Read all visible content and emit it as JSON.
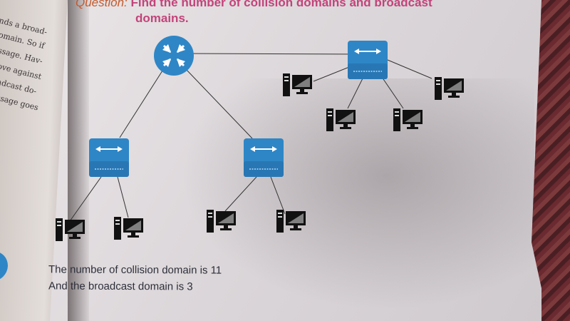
{
  "left_page": {
    "lines": [
      "nds a broad-",
      "omain. So if",
      "ssage. Hav-",
      "ove against",
      "adcast do-",
      "ssage goes"
    ]
  },
  "question": {
    "label": "Question:",
    "line1": "Find the number of collision domains and broadcast",
    "line2": "domains."
  },
  "answer": {
    "line1": "The number of collision domain is 11",
    "line2": "And the broadcast domain is 3"
  },
  "colors": {
    "device_blue": "#2e86c6",
    "question_text": "#c2447a",
    "computer": "#111111"
  },
  "icons": [
    "router-icon",
    "switch-icon",
    "computer-icon"
  ]
}
